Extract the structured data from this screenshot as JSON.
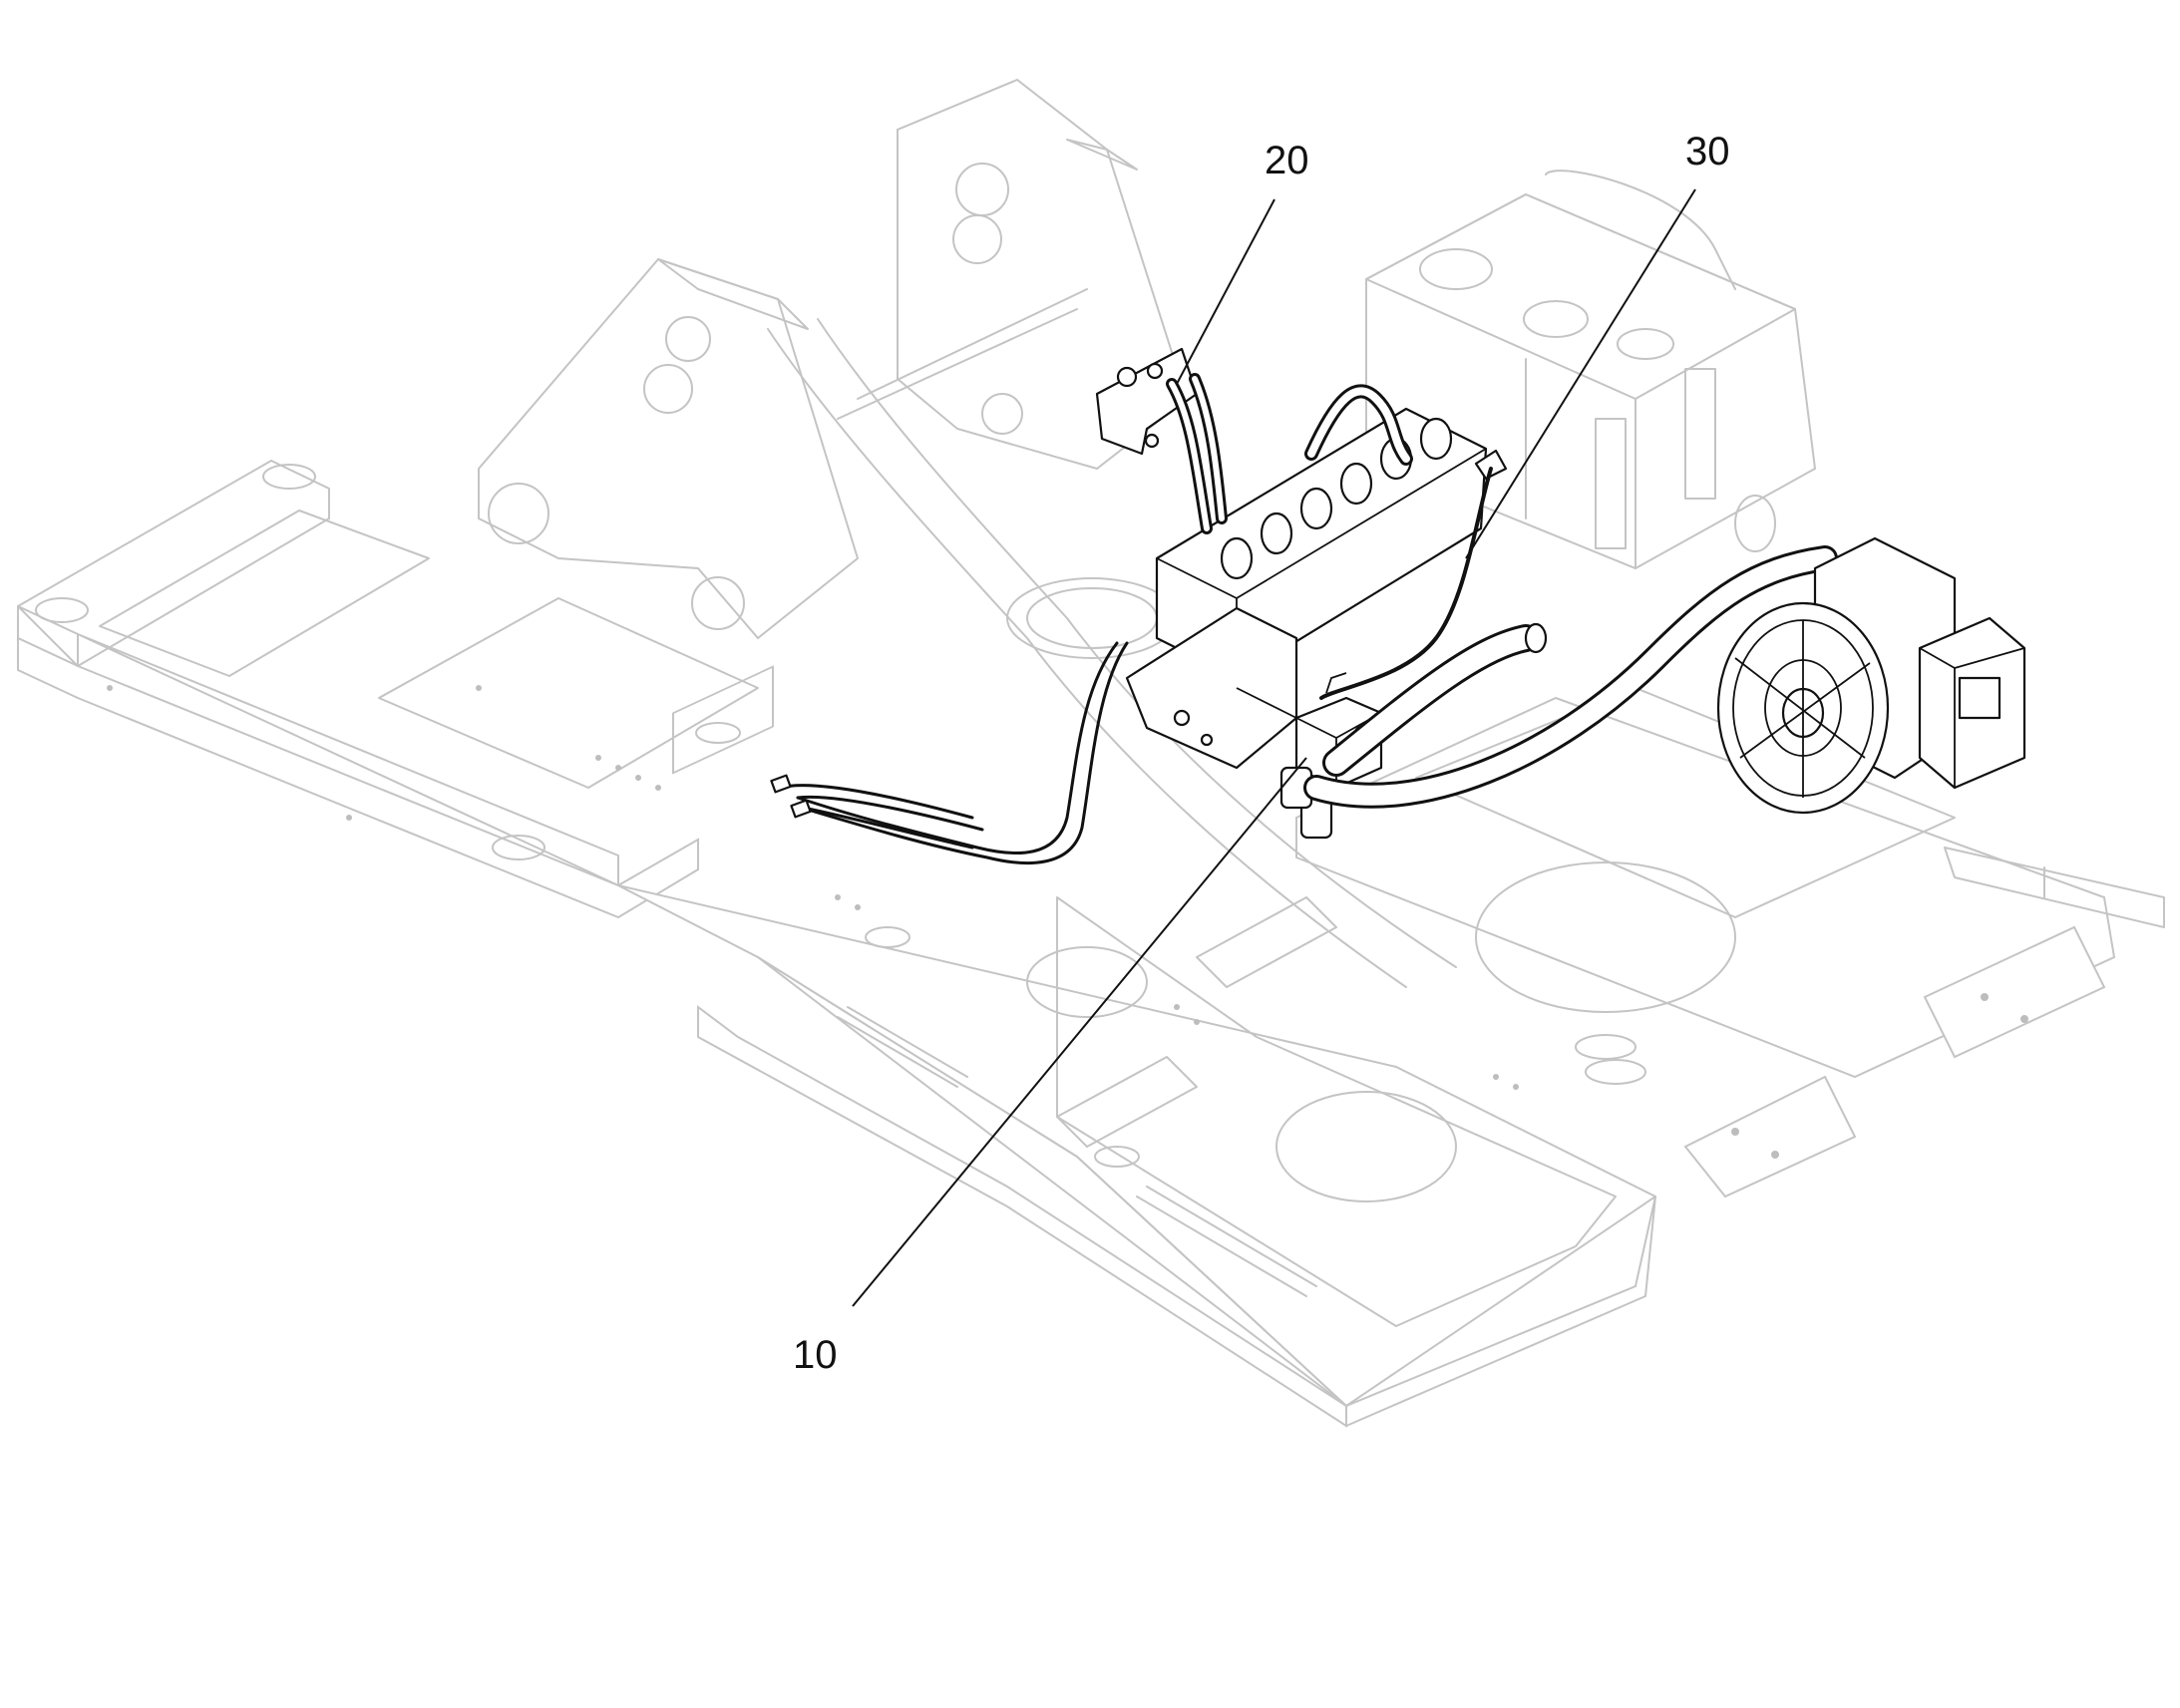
{
  "callouts": [
    {
      "id": "item-10",
      "label": "10"
    },
    {
      "id": "item-20",
      "label": "20"
    },
    {
      "id": "item-30",
      "label": "30"
    }
  ],
  "colors": {
    "frame_outline": "#c4c4c4",
    "highlighted_parts": "#111111",
    "background": "#ffffff"
  }
}
